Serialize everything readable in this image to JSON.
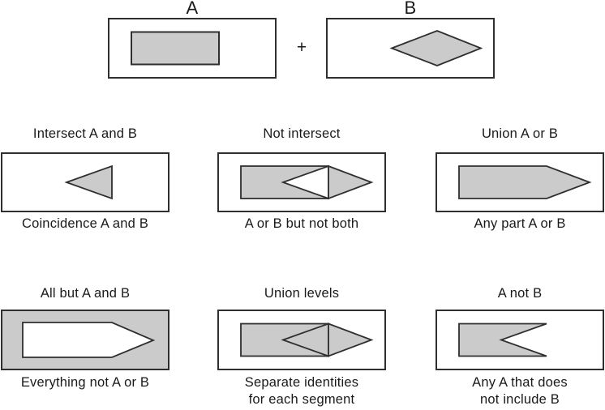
{
  "figure": {
    "top": {
      "label_a": "A",
      "plus": "+",
      "label_b": "B"
    },
    "cells": [
      {
        "title": "Intersect A and B",
        "caption": "Coincidence A and B"
      },
      {
        "title": "Not intersect",
        "caption": "A or B but not both"
      },
      {
        "title": "Union A or B",
        "caption": "Any part A or B"
      },
      {
        "title": "All but A and B",
        "caption": "Everything not A or B"
      },
      {
        "title": "Union levels",
        "caption": "Separate identities\nfor each segment"
      },
      {
        "title": "A not B",
        "caption": "Any A that does\nnot include B"
      }
    ],
    "colors": {
      "shape_fill": "#cbcbcb",
      "stroke": "#2f2f2f",
      "background": "#ffffff",
      "text": "#1a1a1a"
    }
  }
}
